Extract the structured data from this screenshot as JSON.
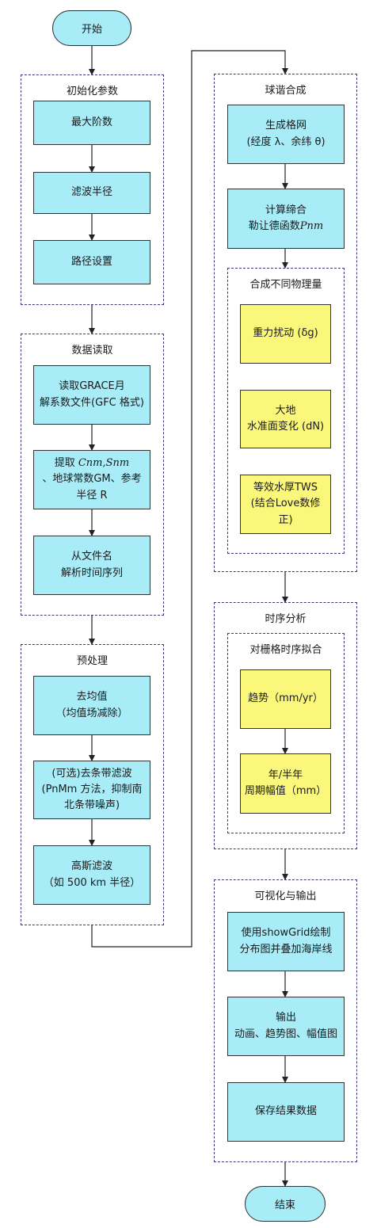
{
  "start": "开始",
  "end": "结束",
  "groups": {
    "init": {
      "title": "初始化参数",
      "items": [
        "最大阶数",
        "滤波半径",
        "路径设置"
      ]
    },
    "read": {
      "title": "数据读取",
      "item1": "读取GRACE月\n解系数文件(GFC 格式)",
      "item2_prefix": "提取 ",
      "item2_var": "Cnm,Snm",
      "item2_suffix": "\n、地球常数GM、参考\n半径 R",
      "item3": "从文件名\n解析时间序列"
    },
    "pre": {
      "title": "预处理",
      "item1": "去均值\n（均值场减除）",
      "item2": "(可选)去条带滤波\n(PnMm 方法，抑制南\n北条带噪声)",
      "item3": "高斯滤波\n（如 500 km 半径）"
    },
    "synth": {
      "title": "球谐合成",
      "item1": "生成格网\n(经度 λ、余纬 θ)",
      "item2_line1": "计算缔合",
      "item2_line2_prefix": "勒让德函数",
      "item2_var": "Pnm",
      "sub_title": "合成不同物理量",
      "sub_items": [
        "重力扰动 (δg)",
        "大地\n水准面变化 (dN)",
        "等效水厚TWS\n(结合Love数修正)"
      ]
    },
    "ts": {
      "title": "时序分析",
      "sub_title": "对栅格时序拟合",
      "items": [
        "趋势（mm/yr）",
        "年/半年\n周期幅值（mm）"
      ]
    },
    "viz": {
      "title": "可视化与输出",
      "items": [
        "使用showGrid绘制\n分布图并叠加海岸线",
        "输出\n动画、趋势图、幅值图",
        "保存结果数据"
      ]
    }
  }
}
